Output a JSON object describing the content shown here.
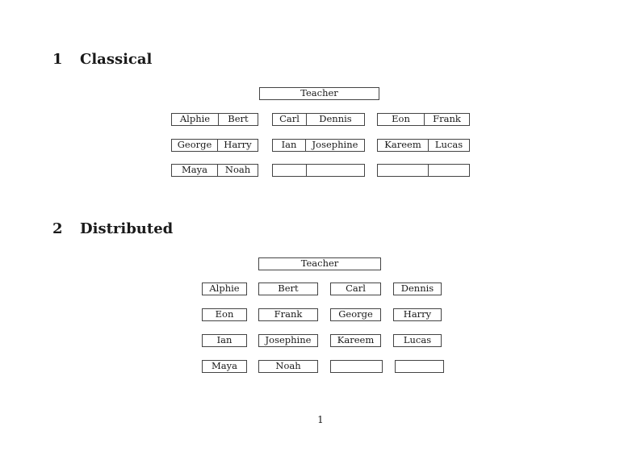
{
  "sections": [
    {
      "number": "1",
      "title": "Classical"
    },
    {
      "number": "2",
      "title": "Distributed"
    }
  ],
  "classical": {
    "teacher": "Teacher",
    "desks": [
      {
        "seats": [
          "Alphie",
          "Bert"
        ]
      },
      {
        "seats": [
          "Carl",
          "Dennis"
        ]
      },
      {
        "seats": [
          "Eon",
          "Frank"
        ]
      },
      {
        "seats": [
          "George",
          "Harry"
        ]
      },
      {
        "seats": [
          "Ian",
          "Josephine"
        ]
      },
      {
        "seats": [
          "Kareem",
          "Lucas"
        ]
      },
      {
        "seats": [
          "Maya",
          "Noah"
        ]
      },
      {
        "seats": [
          "",
          ""
        ]
      },
      {
        "seats": [
          "",
          ""
        ]
      }
    ]
  },
  "distributed": {
    "teacher": "Teacher",
    "desks": [
      "Alphie",
      "Bert",
      "Carl",
      "Dennis",
      "Eon",
      "Frank",
      "George",
      "Harry",
      "Ian",
      "Josephine",
      "Kareem",
      "Lucas",
      "Maya",
      "Noah",
      "",
      ""
    ]
  },
  "page": {
    "number": "1"
  }
}
